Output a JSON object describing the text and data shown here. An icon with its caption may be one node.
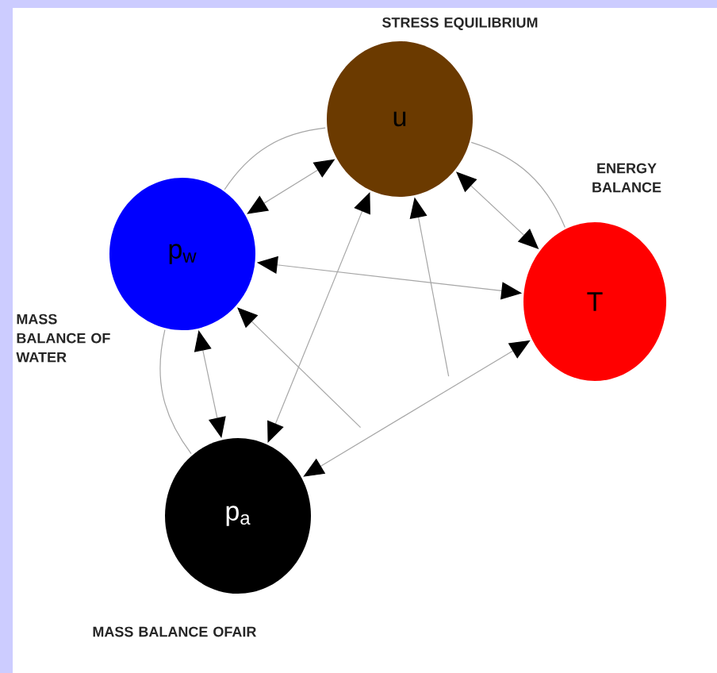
{
  "diagram": {
    "nodes": [
      {
        "text": [
          "u"
        ],
        "beside": [
          "STRESS EQUILIBRIUM"
        ]
      },
      {
        "text": [
          "p$_{w}$"
        ],
        "beside": [
          "MASS BALANCE OF WATER"
        ]
      },
      {
        "text": [
          "T"
        ],
        "beside": [
          "ENERGY BALANCE"
        ]
      },
      {
        "text": [
          "p$_{a}$"
        ],
        "beside": [
          "MASS BALANCE OFAIR"
        ]
      }
    ],
    "edges": [
      {
        "from": 0,
        "to": 1,
        "arrow": "both"
      },
      {
        "from": 0,
        "to": 2,
        "arrow": "both"
      },
      {
        "from": 1,
        "to": 2,
        "arrow": "both"
      },
      {
        "from": 1,
        "to": 3,
        "arrow": "both"
      },
      {
        "from": 0,
        "to": 3,
        "arrow": "both"
      },
      {
        "from": 2,
        "to": 3,
        "arrow": "both"
      },
      {
        "from": null,
        "to": 0,
        "arrow": "to"
      },
      {
        "from": null,
        "to": 1,
        "arrow": "to"
      },
      {
        "from": 1,
        "to": 0,
        "arrow": "none"
      },
      {
        "from": 0,
        "to": 2,
        "arrow": "none"
      },
      {
        "from": 1,
        "to": 3,
        "arrow": "none"
      }
    ]
  }
}
